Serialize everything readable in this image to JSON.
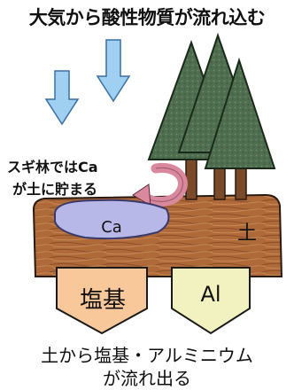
{
  "title": "大気から酸性物質が流れ込む",
  "sugi": {
    "line1": "スギ林ではCa",
    "line2": "が土に貯まる"
  },
  "ca_label": "Ca",
  "soil_label": "土",
  "base_label": "塩基",
  "al_label": "Al",
  "bottom": {
    "line1": "土から塩基・アルミニウム",
    "line2": "が流れ出る"
  },
  "colors": {
    "arrow_blue": "#9fd0f2",
    "tree_green": "#4a6b4a",
    "trunk_brown": "#7a4a2a",
    "soil_brown": "#b06a3a",
    "ca_pool": "#b8b8e8",
    "base_peach": "#f8c79a",
    "al_cream": "#f2f2c0",
    "curl_pink": "#d9889e"
  }
}
